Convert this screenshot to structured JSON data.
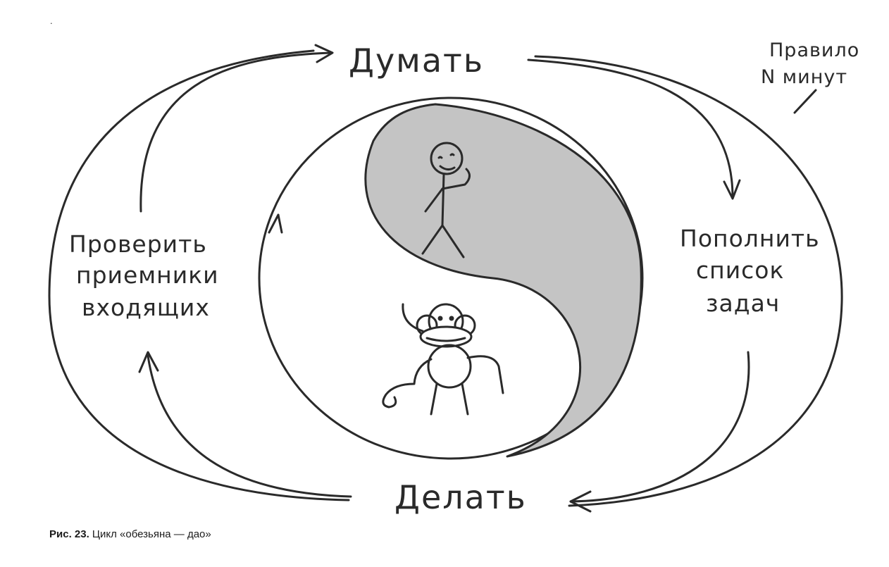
{
  "top_mark": ".",
  "diagram": {
    "think": "Думать",
    "do": "Делать",
    "rule_line1": "Правило",
    "rule_line2": "N минут",
    "left_line1": "Проверить",
    "left_line2": "приемники",
    "left_line3": "входящих",
    "right_line1": "Пополнить",
    "right_line2": "список",
    "right_line3": "задач",
    "yin_color": "#c4c4c4",
    "icons": [
      "stick-figure-icon",
      "monkey-icon"
    ]
  },
  "caption": {
    "label": "Рис. 23.",
    "text": " Цикл «обезьяна — дао»"
  }
}
